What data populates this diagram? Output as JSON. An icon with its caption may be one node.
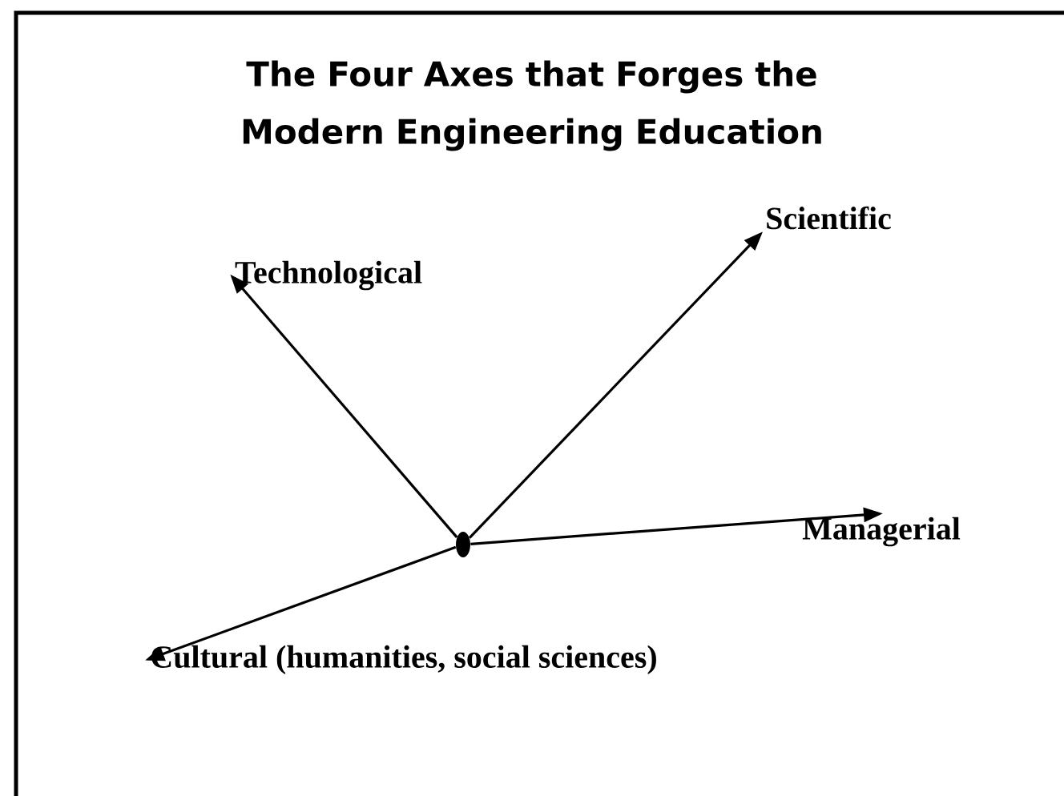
{
  "diagram": {
    "title": "The Four Axes that Forges the Modern Engineering Education",
    "nodes": [
      {
        "text": [],
        "shape": "circle"
      },
      {
        "text": [
          "Technological"
        ]
      },
      {
        "text": [
          "Scientific"
        ]
      },
      {
        "text": [
          "Managerial"
        ]
      },
      {
        "text": [
          "Cultural (humanities, social sciences)"
        ]
      }
    ],
    "edges": [
      {
        "from": 0,
        "to": 1,
        "arrow": "to"
      },
      {
        "from": 0,
        "to": 2,
        "arrow": "to"
      },
      {
        "from": 0,
        "to": 3,
        "arrow": "to"
      },
      {
        "from": 0,
        "to": 4,
        "arrow": "to"
      }
    ]
  }
}
